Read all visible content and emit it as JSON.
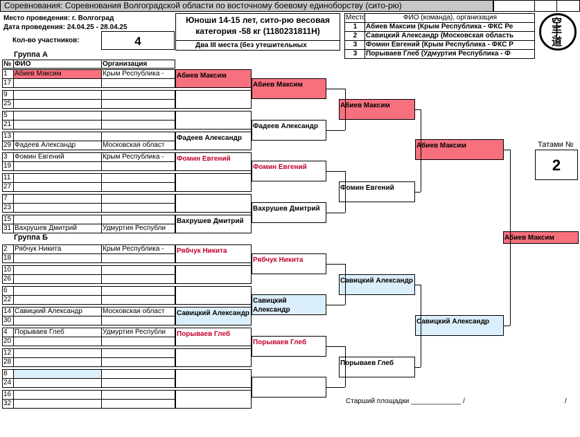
{
  "header": {
    "title": "Соревнования: Соревнования Волгоградской области по восточному боевому единоборству (сито-рю)",
    "venue": "Место проведения: г. Волгоград",
    "dates": "Дата проведения: 24.04.25 - 28.04.25",
    "count_label": "Кол-во участников:",
    "count_value": "4",
    "category_line1": "Юноши 14-15 лет, сито-рю весовая",
    "category_line2": "категория -58 кг (1180231811Н)",
    "third_place_note": "Два III места (без утешительных",
    "logo_text": "空手道"
  },
  "places": {
    "col_place": "Место",
    "col_name": "ФИО (команда), организация",
    "rows": [
      {
        "place": "1",
        "text": "Абиев Максим  (Крым Республика  - ФКС Ре"
      },
      {
        "place": "2",
        "text": "Савицкий Александр  (Московская область"
      },
      {
        "place": "3",
        "text": "Фомин Евгений  (Крым Республика  - ФКС Р"
      },
      {
        "place": "3",
        "text": "Порываев Глеб  (Удмуртия Республика  - Ф"
      }
    ]
  },
  "groupA": {
    "label": "Группа А",
    "col_no": "№",
    "col_name": "ФИО",
    "col_org": "Организация",
    "slots": [
      {
        "no": "1",
        "name": "Абиев Максим",
        "org": "Крым Республика  -"
      },
      {
        "no": "17",
        "name": "",
        "org": ""
      },
      {
        "no": "9",
        "name": "",
        "org": ""
      },
      {
        "no": "25",
        "name": "",
        "org": ""
      },
      {
        "no": "5",
        "name": "",
        "org": ""
      },
      {
        "no": "21",
        "name": "",
        "org": ""
      },
      {
        "no": "13",
        "name": "",
        "org": ""
      },
      {
        "no": "29",
        "name": "Фадеев Александр",
        "org": "Московская област"
      },
      {
        "no": "3",
        "name": "Фомин Евгений",
        "org": "Крым Республика  -"
      },
      {
        "no": "19",
        "name": "",
        "org": ""
      },
      {
        "no": "11",
        "name": "",
        "org": ""
      },
      {
        "no": "27",
        "name": "",
        "org": ""
      },
      {
        "no": "7",
        "name": "",
        "org": ""
      },
      {
        "no": "23",
        "name": "",
        "org": ""
      },
      {
        "no": "15",
        "name": "",
        "org": ""
      },
      {
        "no": "31",
        "name": "Вахрушев Дмитрий",
        "org": "Удмуртия Республи"
      }
    ]
  },
  "groupB": {
    "label": "Группа Б",
    "slots": [
      {
        "no": "2",
        "name": "Рябчук Никита",
        "org": "Крым Республика  -"
      },
      {
        "no": "18",
        "name": "",
        "org": ""
      },
      {
        "no": "10",
        "name": "",
        "org": ""
      },
      {
        "no": "26",
        "name": "",
        "org": ""
      },
      {
        "no": "6",
        "name": "",
        "org": ""
      },
      {
        "no": "22",
        "name": "",
        "org": ""
      },
      {
        "no": "14",
        "name": "Савицкий Александр",
        "org": "Московская област"
      },
      {
        "no": "30",
        "name": "",
        "org": ""
      },
      {
        "no": "4",
        "name": "Порываев Глеб",
        "org": "Удмуртия Республи"
      },
      {
        "no": "20",
        "name": "",
        "org": ""
      },
      {
        "no": "12",
        "name": "",
        "org": ""
      },
      {
        "no": "28",
        "name": "",
        "org": ""
      },
      {
        "no": "8",
        "name": "",
        "org": ""
      },
      {
        "no": "24",
        "name": "",
        "org": ""
      },
      {
        "no": "16",
        "name": "",
        "org": ""
      },
      {
        "no": "32",
        "name": "",
        "org": ""
      }
    ]
  },
  "round1": [
    "Абиев Максим",
    "",
    "",
    "Фадеев Александр",
    "Фомин Евгений",
    "",
    "",
    "Вахрушев Дмитрий",
    "Рябчук Никита",
    "",
    "",
    "Савицкий Александр",
    "Порываев Глеб",
    "",
    "",
    ""
  ],
  "round2": [
    "Абиев Максим",
    "Фадеев Александр",
    "Фомин Евгений",
    "Вахрушев Дмитрий",
    "Рябчук Никита",
    "Савицкий Александр",
    "Порываев Глеб",
    ""
  ],
  "round3": [
    "Абиев Максим",
    "Фомин Евгений",
    "Савицкий Александр",
    "Порываев Глеб"
  ],
  "round4": [
    "Абиев Максим",
    "Савицкий Александр"
  ],
  "final": "Абиев Максим",
  "tatami": {
    "label": "Татами №",
    "value": "2"
  },
  "footer": {
    "senior": "Старший площадки _____________   /",
    "slash": "/"
  },
  "colors": {
    "winner_pink": "#f7707e",
    "winner_blue": "#dbeefb",
    "red_text": "#c0002a",
    "header_gray": "#c8c8c8"
  }
}
